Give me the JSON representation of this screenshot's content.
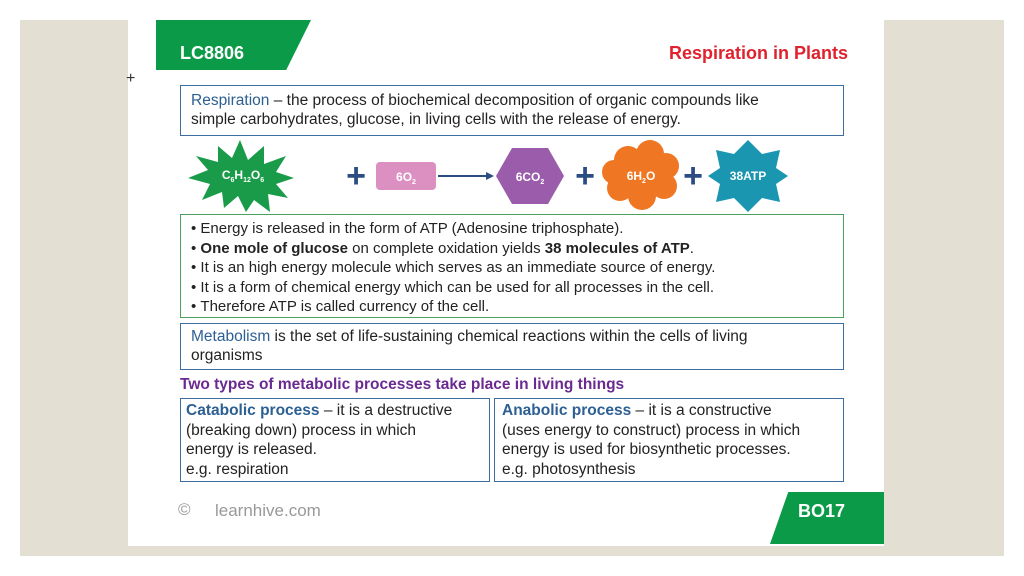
{
  "header": {
    "code": "LC8806",
    "title": "Respiration in Plants"
  },
  "definition": {
    "term": "Respiration",
    "line1": " – the process of biochemical decomposition of organic compounds like",
    "line2": "simple carbohydrates, glucose, in living cells with the release of energy."
  },
  "equation": {
    "glucose": {
      "main": "C",
      "s1": "6",
      "h": "H",
      "s2": "12",
      "o": "O",
      "s3": "6"
    },
    "oxygen": {
      "main": "6O",
      "sub": "2"
    },
    "co2": {
      "main": "6CO",
      "sub": "2"
    },
    "water": {
      "pre": "6H",
      "sub": "2",
      "post": "O"
    },
    "atp": "38ATP",
    "plus": "+",
    "colors": {
      "glucose": "#1a9b4a",
      "oxygen": "#dc90c2",
      "co2": "#9a5cab",
      "water": "#ef7622",
      "atp": "#1a96b0",
      "plus": "#2b4d84"
    }
  },
  "bullets": {
    "b1": "Energy is released in the form of ATP (Adenosine triphosphate).",
    "b2_bold1": "One mole of glucose",
    "b2_mid": " on complete oxidation yields ",
    "b2_bold2": "38 molecules of ATP",
    "b2_end": ".",
    "b3": "It is an high energy molecule which serves as an immediate source of energy.",
    "b4": "It is a form of chemical energy which can be used for all processes in the cell.",
    "b5": "Therefore ATP is called currency of the cell."
  },
  "metabolism": {
    "term": "Metabolism",
    "line1": " is the set of life-sustaining chemical reactions within the cells of living",
    "line2": "organisms"
  },
  "types_heading": "Two types of metabolic processes take place in living things",
  "catabolic": {
    "term": "Catabolic process",
    "l1": " – it is a destructive",
    "l2": "(breaking down) process in which",
    "l3": "energy is released.",
    "l4": "e.g. respiration"
  },
  "anabolic": {
    "term": "Anabolic process",
    "l1": " – it is a constructive",
    "l2": "(uses energy to construct) process in which",
    "l3": "energy is used for biosynthetic processes.",
    "l4": "e.g. photosynthesis"
  },
  "footer": {
    "copyright_symbol": "©",
    "site": "learnhive.com",
    "page_code": "BO17"
  }
}
